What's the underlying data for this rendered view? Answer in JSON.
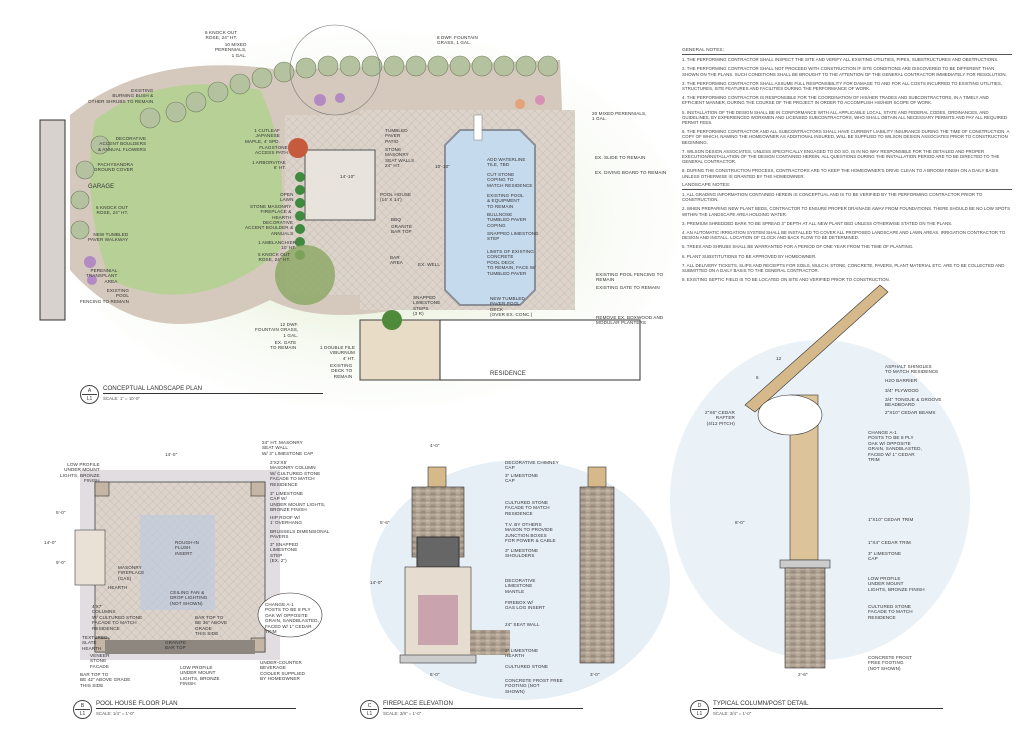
{
  "colors": {
    "lawn": "#b9d39a",
    "pool": "#c9ddf0",
    "paver": "#d9d0c8",
    "stone": "#a59a8c",
    "wood": "#d6b98a",
    "shrub": "#a9b894",
    "perennial": "#b48ac4"
  },
  "titles": [
    {
      "letter": "A",
      "sheet": "L1",
      "name": "Conceptual Landscape Plan",
      "scale": "Scale: 1\" = 10'-0\""
    },
    {
      "letter": "B",
      "sheet": "L1",
      "name": "Pool House Floor Plan",
      "scale": "Scale: 1/4\" = 1'-0\""
    },
    {
      "letter": "C",
      "sheet": "L1",
      "name": "Fireplace Elevation",
      "scale": "Scale: 3/8\" = 1'-0\""
    },
    {
      "letter": "D",
      "sheet": "L1",
      "name": "Typical Column/Post Detail",
      "scale": "Scale: 3/4\" = 1'-0\""
    }
  ],
  "plan_labels": [
    "6 Knock Out\nRose, 24\" Ht.",
    "10 Mixed\nPerennials,\n1 Gal.",
    "8 Dwf. Fountain\nGrass, 1 Gal.",
    "Existing\nBurning Bush &\nOther Shrubs to Remain",
    "Decorative\nAccent Boulders\n& Annual Flowers",
    "Pachysandra\nGround Cover",
    "Garage",
    "6 Knock Out\nRose, 24\" Ht.",
    "New Tumbled\nPaver Walkway",
    "Perennial\nTransplant\nArea",
    "Existing\nPool\nFencing to Remain",
    "1 Cutleaf\nJapanese\nMaple, 4' Spd.",
    "Flagstone\nAccess Path",
    "1 Arborvitae\n6' Ht.",
    "Open\nLawn",
    "Stone Masonry\nFireplace &\nHearth",
    "Decorative\nAccent Boulder &\nAnnuals",
    "1 Amelanchier\n10' Ht.",
    "5 Knock Out\nRose, 24\" Ht.",
    "12 Dwf.\nFountain Grass,\n1 Gal.",
    "Ex. Gate\nto Remain",
    "1 Double File\nViburnum\n4' Ht.",
    "Existing\nDeck to\nRemain",
    "Tumbled\nPaver\nPatio",
    "Stone\nMasonry\nSeat Walls\n24\" Ht.",
    "Pool House\n(14' x 14')",
    "BBQ",
    "Granite\nBar Top",
    "Bar\nArea",
    "Ex. Well",
    "Snapped\nLimestone\nSteps\n(3 R)",
    "Add Waterline\nTile, TBD",
    "Cut Stone\nCoping to\nMatch Residence",
    "Existing Pool\n& Equipment\nto Remain",
    "Bullnose\nTumbled Paver\nCoping",
    "Snapped Limestone\nStep",
    "Limits of Existing\nConcrete\nPool Deck\nto Remain, Face w/\nTumbled Paver",
    "New Tumbled\nPaver Pool\nDeck\n(Over Ex. Conc.)",
    "Residence",
    "20 Mixed Perennials,\n1 Gal.",
    "Ex. Slide to Remain",
    "Ex. Diving Board to Remain",
    "Existing Pool Fencing to\nRemain",
    "Existing Gate to Remain",
    "Remove Ex. Boxwood and\nModular Planters",
    "14'-10\"",
    "10'-10\""
  ],
  "general_notes": {
    "heading": "General Notes:",
    "items": [
      "1. The performing contractor shall inspect the site and verify all existing utilities, pipes, substructures and obstructions.",
      "2. The performing contractor shall not proceed with construction if site conditions are discovered to be different than shown on the plans. Such conditions shall be brought to the attention of the general contractor immediately for resolution.",
      "3. The performing contractor shall assume full responsibility for damage to and for all costs incurred to existing utilities, structures, site features and facilities during the performance of work.",
      "4. The performing contractor is responsible for the coordination of his/her trades and subcontractors, in a timely and efficient manner, during the course of the project in order to accomplish his/her scope of work.",
      "5. Installation of the design shall be in conformance with all applicable local, state and federal codes, ordinances, and guidelines, by experienced workmen and licensed subcontractors, who shall obtain all necessary permits and pay all required permit fees.",
      "6. The performing contractor and all subcontractors shall have current liability insurance during the time of construction. A copy of which, naming the homeowner as additional insured, will be supplied to Wilson Design Associates prior to construction beginning.",
      "7. Wilson Design Associates, unless specifically engaged to do so, is in no way responsible for the detailed and proper execution/installation of the design contained herein. All questions during the installation period are to be directed to the general contractor.",
      "8. During the construction process, contractors are to keep the homeowner's drive clean to a broom finish on a daily basis unless otherwise is granted by the homeowner."
    ]
  },
  "landscape_notes": {
    "heading": "Landscape Notes:",
    "items": [
      "1. All grading information contained herein is conceptual and is to be verified by the performing contractor prior to construction.",
      "2. When preparing new plant beds, contractor to ensure proper drainage away from foundations. There should be no low spots within the landscape area holding water.",
      "3. Premium shredded bark to be spread 3\" depth at all new plant bed unless otherwise stated on the plans.",
      "4. An automatic irrigation system shall be installed to cover all proposed landscape and lawn areas. Irrigation contractor to design and install. Location of clock and back flow to be determined.",
      "5. Trees and shrubs shall be warranted for a period of one year from the time of planting.",
      "6. Plant substitutions to be approved by homeowner.",
      "7. All delivery tickets, slips and receipts for soils, mulch, stone, concrete, pavers, plant material etc. are to be collected and submitted on a daily basis to the general contractor.",
      "8. Existing septic field is to be located on site and verified prior to construction."
    ]
  },
  "pool_house_labels": [
    "14'-0\"",
    "Low Profile\nUnder Mount\nLights, Bronze\nFinish",
    "24\" Ht. Masonry\nSeat Wall\nw/ 3\" Limestone Cap",
    "2'x2'x5'\nMasonry Column\nw/ Cultured Stone\nFacade to Match\nResidence",
    "3\" Limestone\nCap w/\nUnder Mount Lights,\nBronze Finish",
    "Hip Roof w/\n1' Overhang",
    "Brussels Dimensional\nPavers",
    "3\" Snapped\nLimestone\nStep\n(Ex. 2\")",
    "Masonry\nFireplace\n(Gas)",
    "Hearth",
    "Rough-In\nFlush\nInsert",
    "Ceiling Fan &\nDrop Lighting\n(Not Shown)",
    "Bar Top to\nBe 36\" Above\nGrade\nThis Side",
    "Change A-1\nPosts to be 8 Ply\nOak w/ Opposite\nGrain, Sandblasted,\nFaced w/ 1\" Cedar\nTrim",
    "Granite\nBar Top",
    "Bar Top to\nBe 42\" Above Grade\nThis Side",
    "Low Profile\nUnder Mount\nLights, Bronze\nFinish",
    "Under-Counter\nBeverage\nCooler Supplied\nby Homeowner",
    "Textured\nSlate\nHearth",
    "Veneer\nStone\nFacade",
    "4'x7'\nColumns\nw/ Cultured Stone\nFacade to Match\nResidence",
    "5'-0\"",
    "9'-0\"",
    "14'-0\""
  ],
  "fireplace_labels": [
    "4'-0\"",
    "Decorative Chimney\nCap",
    "3\" Limestone\nCap",
    "Cultured Stone\nFacade to Match\nResidence",
    "T.V. by Others\nMason to Provide\nJunction Boxes\nfor Power & Cable",
    "3\" Limestone\nShoulders",
    "Decorative\nLimestone\nMantle",
    "Firebox w/\nGas Log Insert",
    "24\" Seat Wall",
    "3\" Limestone\nHearth",
    "Cultured Stone",
    "Concrete Frost Free\nFooting (Not\nShown)",
    "6'-0\"",
    "3'-0\"",
    "5'-6\"",
    "14'-0\""
  ],
  "column_labels": [
    "12",
    "6",
    "Asphalt Shingles\nto Match Residence",
    "H2O Barrier",
    "3/4\" Plywood",
    "3/4\" Tongue & Groove\nBeadboard",
    "2\"x10\" Cedar Beams",
    "2\"x6\" Cedar\nRafter\n(4/12 Pitch)",
    "Change A-1\nPosts to be 8 Ply\nOak w/ Opposite\nGrain, Sandblasted,\nFaced w/ 1\" Cedar\nTrim",
    "1\"x10\" Cedar Trim",
    "1\"x4\" Cedar Trim",
    "3\" Limestone\nCap",
    "Low Profile\nUnder Mount\nLights, Bronze Finish",
    "Cultured Stone\nFacade to Match\nResidence",
    "Concrete Frost\nFree Footing\n(Not Shown)",
    "2'-6\"",
    "8'-0\""
  ]
}
